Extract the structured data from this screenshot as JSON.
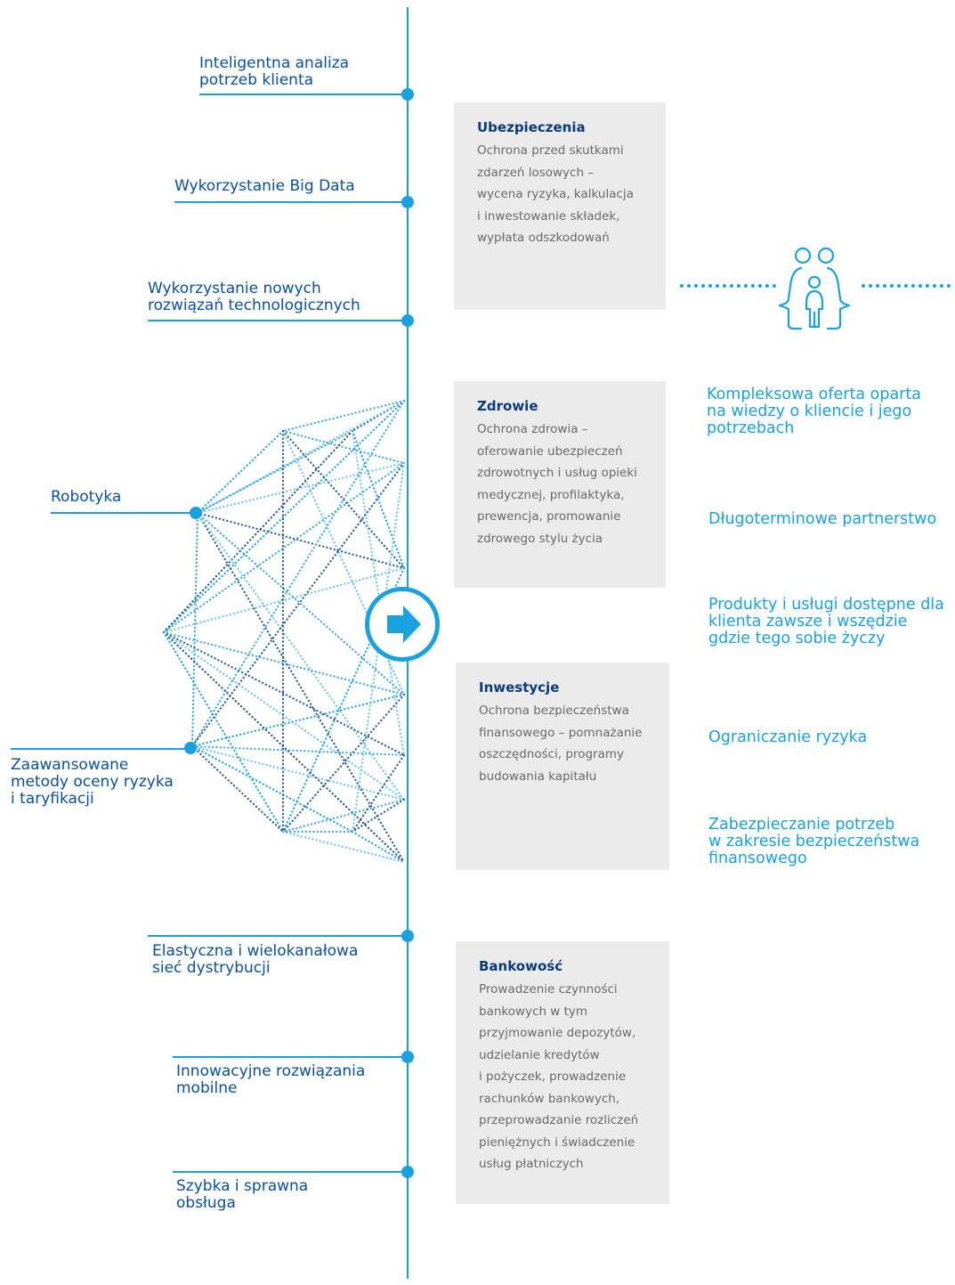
{
  "colors": {
    "accent": "#1ba0e0",
    "dark_blue": "#0b4f9c",
    "navy": "#0b3a7a",
    "card_bg": "#ebebeb",
    "card_text": "#6a6a6a"
  },
  "left_labels": [
    "Inteligentna analiza\npotrzeb klienta",
    "Wykorzystanie Big Data",
    "Wykorzystanie nowych\nrozwiązań technologicznych",
    "Robotyka",
    "Zaawansowane\nmetody oceny ryzyka\ni taryfikacji",
    "Elastyczna i wielokanałowa\nsieć dystrybucji",
    "Innowacyjne rozwiązania\nmobilne",
    "Szybka i sprawna\nobsługa"
  ],
  "cards": [
    {
      "title": "Ubezpieczenia",
      "text": "Ochrona przed skutkami\nzdarzeń losowych –\nwycena ryzyka, kalkulacja\ni inwestowanie składek,\nwypłata odszkodowań"
    },
    {
      "title": "Zdrowie",
      "text": "Ochrona zdrowia –\noferowanie ubezpieczeń\nzdrowotnych i usług opieki\nmedycznej, profilaktyka,\nprewencja, promowanie\nzdrowego stylu życia"
    },
    {
      "title": "Inwestycje",
      "text": "Ochrona bezpieczeństwa\nfinansowego – pomnażanie\noszczędności, programy\nbudowania kapitału"
    },
    {
      "title": "Bankowość",
      "text": "Prowadzenie czynności\nbankowych  w tym\nprzyjmowanie depozytów,\nudzielanie kredytów\ni pożyczek, prowadzenie\nrachunków bankowych,\nprzeprowadzanie rozliczeń\npieniężnych i świadczenie\nusług płatniczych"
    }
  ],
  "right_labels": [
    "Kompleksowa oferta oparta\nna wiedzy o kliencie i jego\npotrzebach",
    "Długoterminowe partnerstwo",
    "Produkty i usługi dostępne dla\nklienta zawsze i wszędzie\ngdzie tego sobie życzy",
    "Ograniczanie ryzyka",
    "Zabezpieczanie potrzeb\nw zakresie bezpieczeństwa\nfinansowego"
  ],
  "icons": {
    "family": "family-icon",
    "arrow": "arrow-right-icon",
    "network": "network-icon"
  }
}
